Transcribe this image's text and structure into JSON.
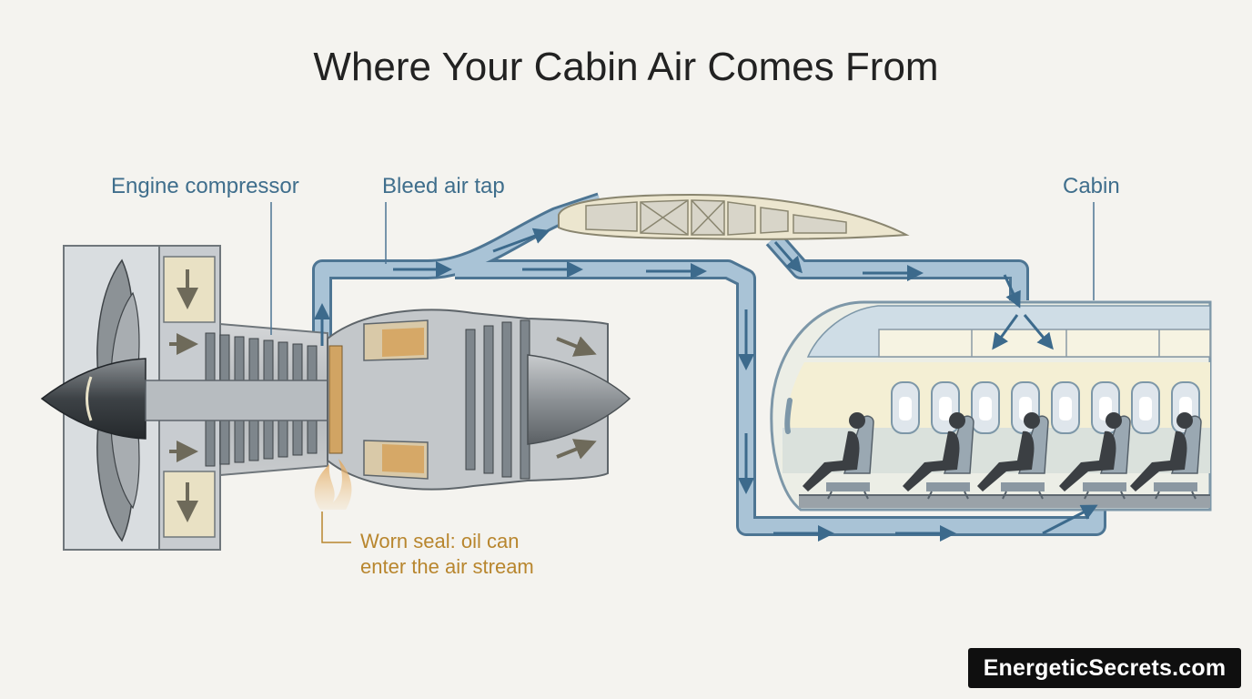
{
  "title": "Where Your Cabin Air Comes From",
  "labels": {
    "engine_compressor": "Engine compressor",
    "bleed_air_tap": "Bleed air tap",
    "cabin": "Cabin",
    "worn_seal_line1": "Worn seal: oil can",
    "worn_seal_line2": "enter the air stream"
  },
  "watermark": "EnergeticSecrets.com",
  "colors": {
    "background": "#f4f3ef",
    "title": "#222222",
    "label_blue": "#3f6e8c",
    "label_gold": "#b8862e",
    "duct_fill": "#a9c3d6",
    "duct_stroke": "#4d7593",
    "arrow": "#3c6a8c",
    "oil_smoke": "#e0a55b"
  },
  "icons": [
    "flow-arrow-icon",
    "passenger-icon",
    "cabin-window-icon",
    "oil-smoke-icon"
  ]
}
